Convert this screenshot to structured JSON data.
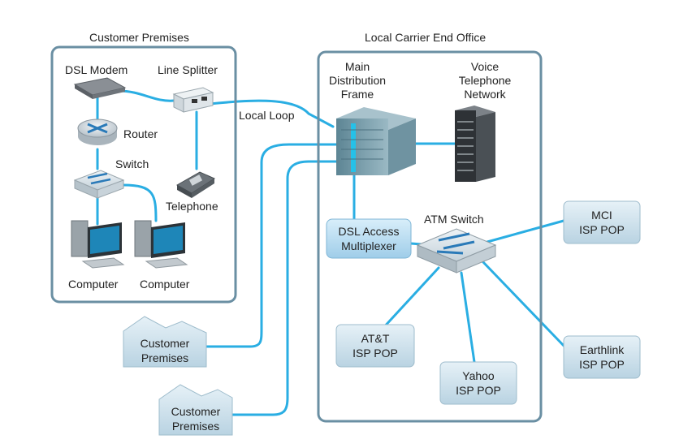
{
  "sections": {
    "customer_premises_title": "Customer Premises",
    "end_office_title": "Local Carrier End Office"
  },
  "devices": {
    "dsl_modem": "DSL Modem",
    "line_splitter": "Line Splitter",
    "router": "Router",
    "switch": "Switch",
    "telephone": "Telephone",
    "computer_1": "Computer",
    "computer_2": "Computer",
    "local_loop": "Local Loop",
    "mdf_line1": "Main",
    "mdf_line2": "Distribution",
    "mdf_line3": "Frame",
    "voice_line1": "Voice",
    "voice_line2": "Telephone",
    "voice_line3": "Network",
    "atm_switch": "ATM Switch",
    "dslam_line1": "DSL Access",
    "dslam_line2": "Multiplexer"
  },
  "pops": {
    "mci_line1": "MCI",
    "mci_line2": "ISP POP",
    "att_line1": "AT&T",
    "att_line2": "ISP POP",
    "yahoo_line1": "Yahoo",
    "yahoo_line2": "ISP POP",
    "earthlink_line1": "Earthlink",
    "earthlink_line2": "ISP POP"
  },
  "houses": {
    "house1_line1": "Customer",
    "house1_line2": "Premises",
    "house2_line1": "Customer",
    "house2_line2": "Premises"
  },
  "colors": {
    "link": "#2aaee3",
    "frame": "#6a8fa3",
    "pop_fill": "#cfe3ee",
    "dslam_fill": "#bfe0f2"
  }
}
